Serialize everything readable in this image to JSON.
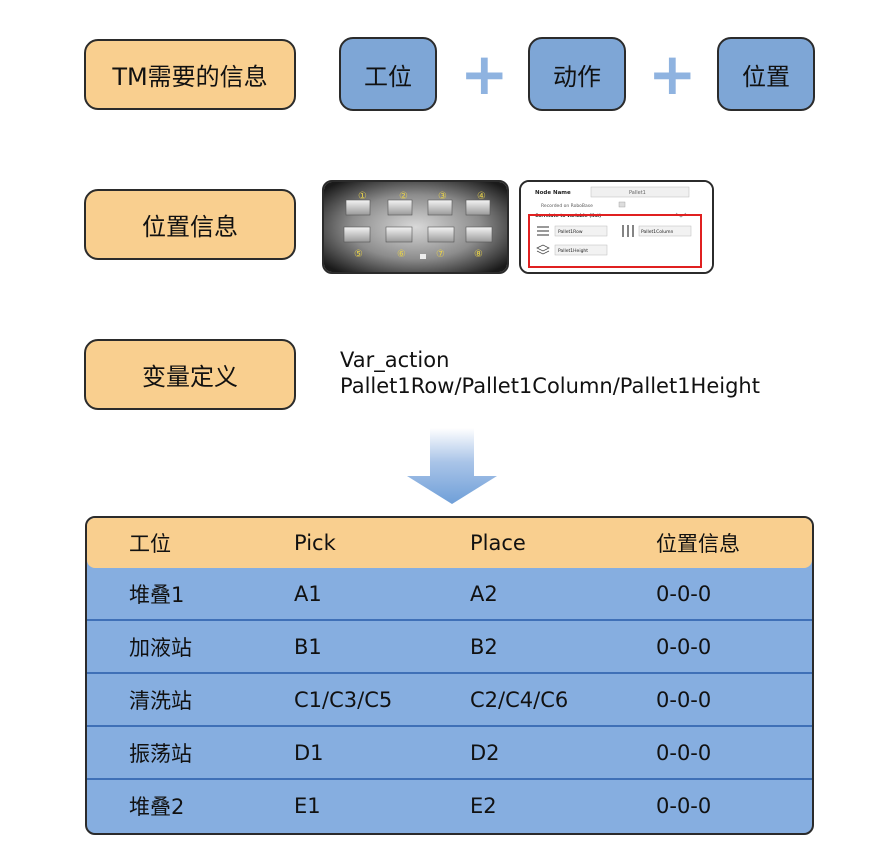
{
  "row1": {
    "tm_info_label": "TM需要的信息",
    "station_label": "工位",
    "action_label": "动作",
    "position_label": "位置",
    "plus_symbol": "+"
  },
  "row2": {
    "position_info_label": "位置信息",
    "tray_numbers": [
      "①",
      "②",
      "③",
      "④",
      "⑤",
      "⑥",
      "⑦",
      "⑧"
    ],
    "panel": {
      "node_name_label": "Node Name",
      "node_name_value": "Pallet1",
      "recorded_on": "Recorded on RoboBase",
      "correlate_label": "Correlate to variable (list)",
      "row_var": "Pallet1Row",
      "column_var": "Pallet1Column",
      "height_var": "Pallet1Height"
    }
  },
  "row3": {
    "variable_def_label": "变量定义",
    "var_line1": "Var_action",
    "var_line2": "Pallet1Row/Pallet1Column/Pallet1Height"
  },
  "table": {
    "headers": [
      "工位",
      "Pick",
      "Place",
      "位置信息"
    ],
    "rows": [
      [
        "堆叠1",
        "A1",
        "A2",
        "0-0-0"
      ],
      [
        "加液站",
        "B1",
        "B2",
        "0-0-0"
      ],
      [
        "清洗站",
        "C1/C3/C5",
        "C2/C4/C6",
        "0-0-0"
      ],
      [
        "振荡站",
        "D1",
        "D2",
        "0-0-0"
      ],
      [
        "堆叠2",
        "E1",
        "E2",
        "0-0-0"
      ]
    ]
  },
  "colors": {
    "orange": "#f9cf8f",
    "blue": "#7ea6d6",
    "table_blue": "#86aee0",
    "plus": "#8fb3e0",
    "arrow": "#6f9fd8",
    "highlight_red": "#e02020"
  }
}
